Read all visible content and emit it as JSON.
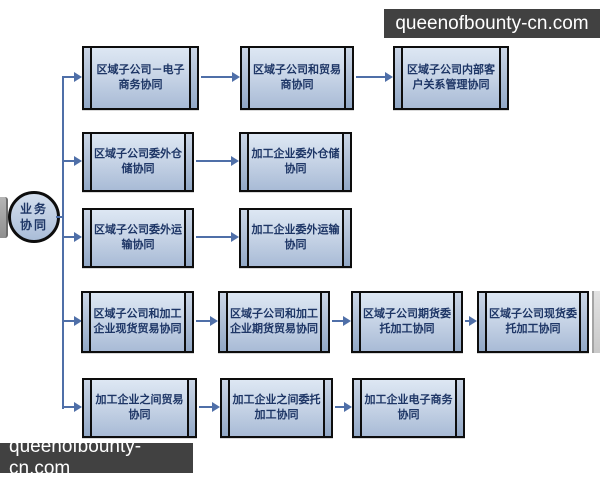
{
  "watermark_top": {
    "text": "queenofbounty-cn.com"
  },
  "watermark_bottom": {
    "text": "queenofbounty-cn.com"
  },
  "root_node": {
    "label": "业务\n协同"
  },
  "colors": {
    "box_border": "#0d0d0d",
    "box_fill_top": "#dde7f3",
    "box_fill_bottom": "#a9bbd6",
    "box_text": "#1e3666",
    "connector": "#4f6fa8",
    "watermark_bg": "#414141",
    "watermark_text": "#ffffff"
  },
  "rows": [
    {
      "boxes": [
        {
          "label": "区域子公司－电子\n商务协同"
        },
        {
          "label": "区域子公司和贸易\n商协同"
        },
        {
          "label": "区域子公司内部客\n户关系管理协同"
        }
      ]
    },
    {
      "boxes": [
        {
          "label": "区域子公司委外仓\n储协同"
        },
        {
          "label": "加工企业委外仓储\n协同"
        }
      ]
    },
    {
      "boxes": [
        {
          "label": "区域子公司委外运\n输协同"
        },
        {
          "label": "加工企业委外运输\n协同"
        }
      ]
    },
    {
      "boxes": [
        {
          "label": "区域子公司和加工\n企业现货贸易协同"
        },
        {
          "label": "区域子公司和加工\n企业期货贸易协同"
        },
        {
          "label": "区域子公司期货委\n托加工协同"
        },
        {
          "label": "区域子公司现货委\n托加工协同"
        }
      ]
    },
    {
      "boxes": [
        {
          "label": "加工企业之间贸易\n协同"
        },
        {
          "label": "加工企业之间委托\n加工协同"
        },
        {
          "label": "加工企业电子商务\n协同"
        }
      ]
    }
  ]
}
